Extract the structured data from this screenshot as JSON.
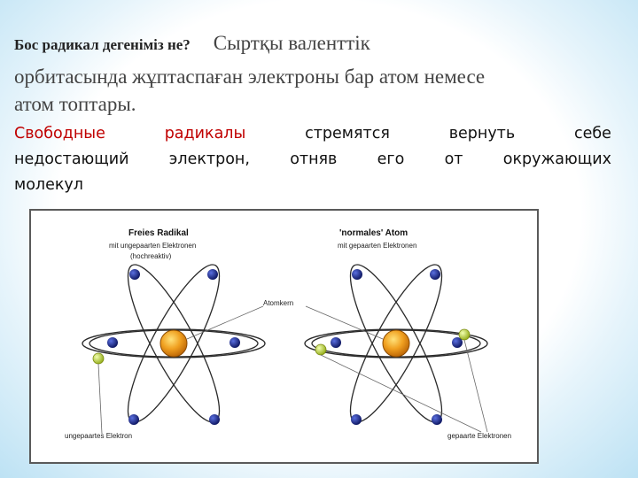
{
  "slide": {
    "question": "Бос радикал дегеніміз не?",
    "answer_kz_first": "Сыртқы валенттік",
    "answer_kz_line2": "орбитасында жұптаспаған электроны бар атом немесе",
    "answer_kz_line3": "атом топтары.",
    "ru_line1": [
      "Свободные",
      "радикалы",
      "стремятся",
      "вернуть",
      "себе"
    ],
    "ru_line2": [
      "недостающий",
      "электрон,",
      "отняв",
      "его",
      "от",
      "окружающих"
    ],
    "ru_line3": "молекул"
  },
  "figure": {
    "left_title": "Freies Radikal",
    "left_sub1": "mit ungepaarten Elektronen",
    "left_sub2": "(hochreaktiv)",
    "right_title": "'normales' Atom",
    "right_sub1": "mit gepaarten Elektronen",
    "label_nucleus": "Atomkern",
    "label_unpaired": "ungepaartes Elektron",
    "label_paired": "gepaarte Elektronen"
  },
  "colors": {
    "text_gray": "#444444",
    "russian_red": "#c00000",
    "electron_blue": "#1f2d8a",
    "electron_yellow_green": "#c8e04a",
    "nucleus_orange": "#f0a020",
    "background_blue": "#bfe3f4"
  }
}
